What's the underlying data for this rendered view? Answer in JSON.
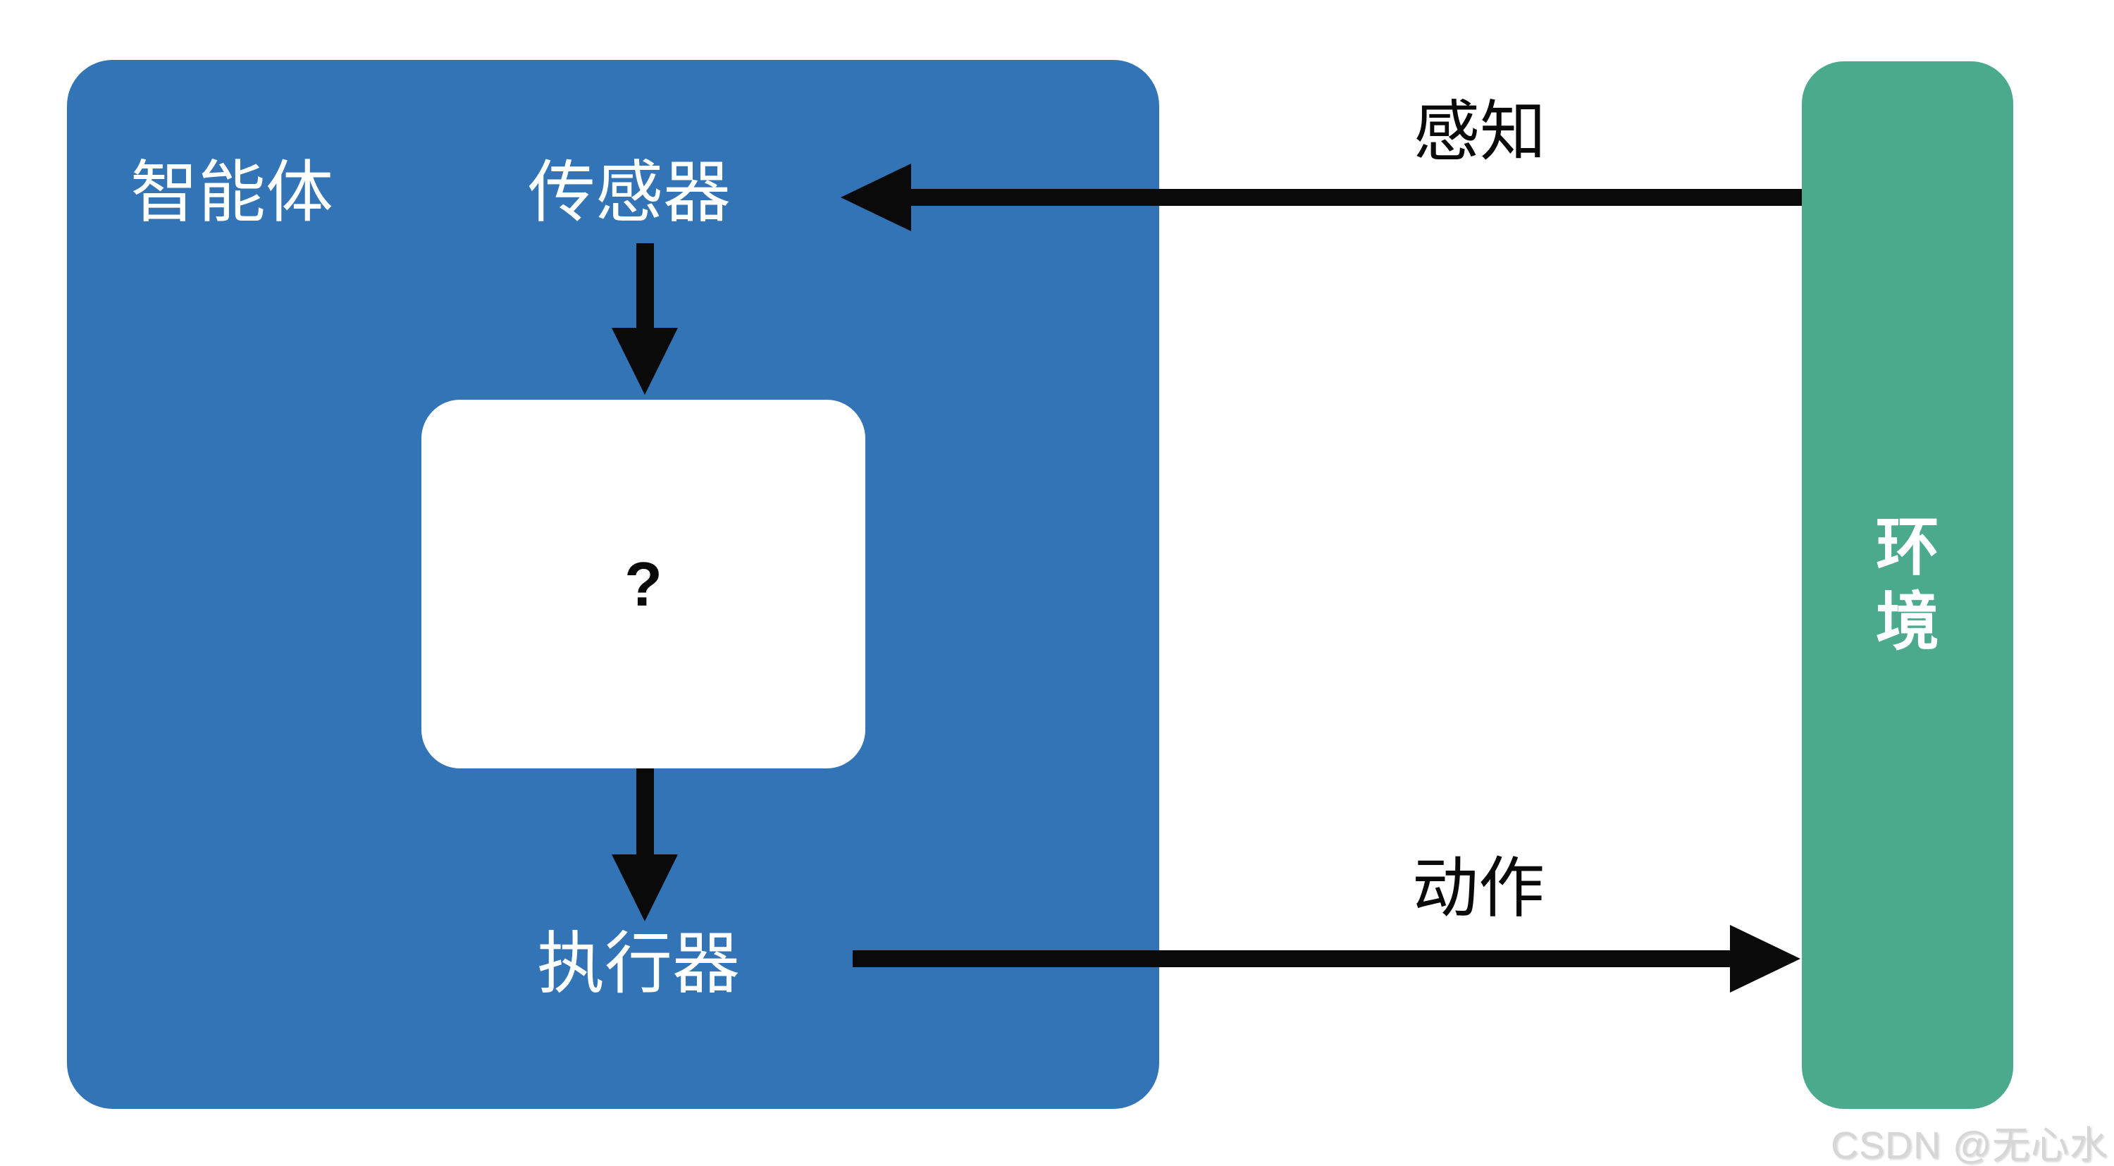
{
  "diagram": {
    "agent": {
      "label": "智能体"
    },
    "sensor": {
      "label": "传感器"
    },
    "policy": {
      "label": "?"
    },
    "actuator": {
      "label": "执行器"
    },
    "environment": {
      "label": "环境"
    },
    "arrows": {
      "perception": {
        "label": "感知",
        "direction": "left"
      },
      "action": {
        "label": "动作",
        "direction": "right"
      },
      "sensor_to_policy": {
        "direction": "down"
      },
      "policy_to_actuator": {
        "direction": "down"
      }
    },
    "watermark": "CSDN @无心水",
    "colors": {
      "agent_blue": "#3274B5",
      "environment_green": "#4BA98E",
      "arrow_black": "#0A0A0A",
      "watermark_gray": "#D6D6D6"
    }
  }
}
